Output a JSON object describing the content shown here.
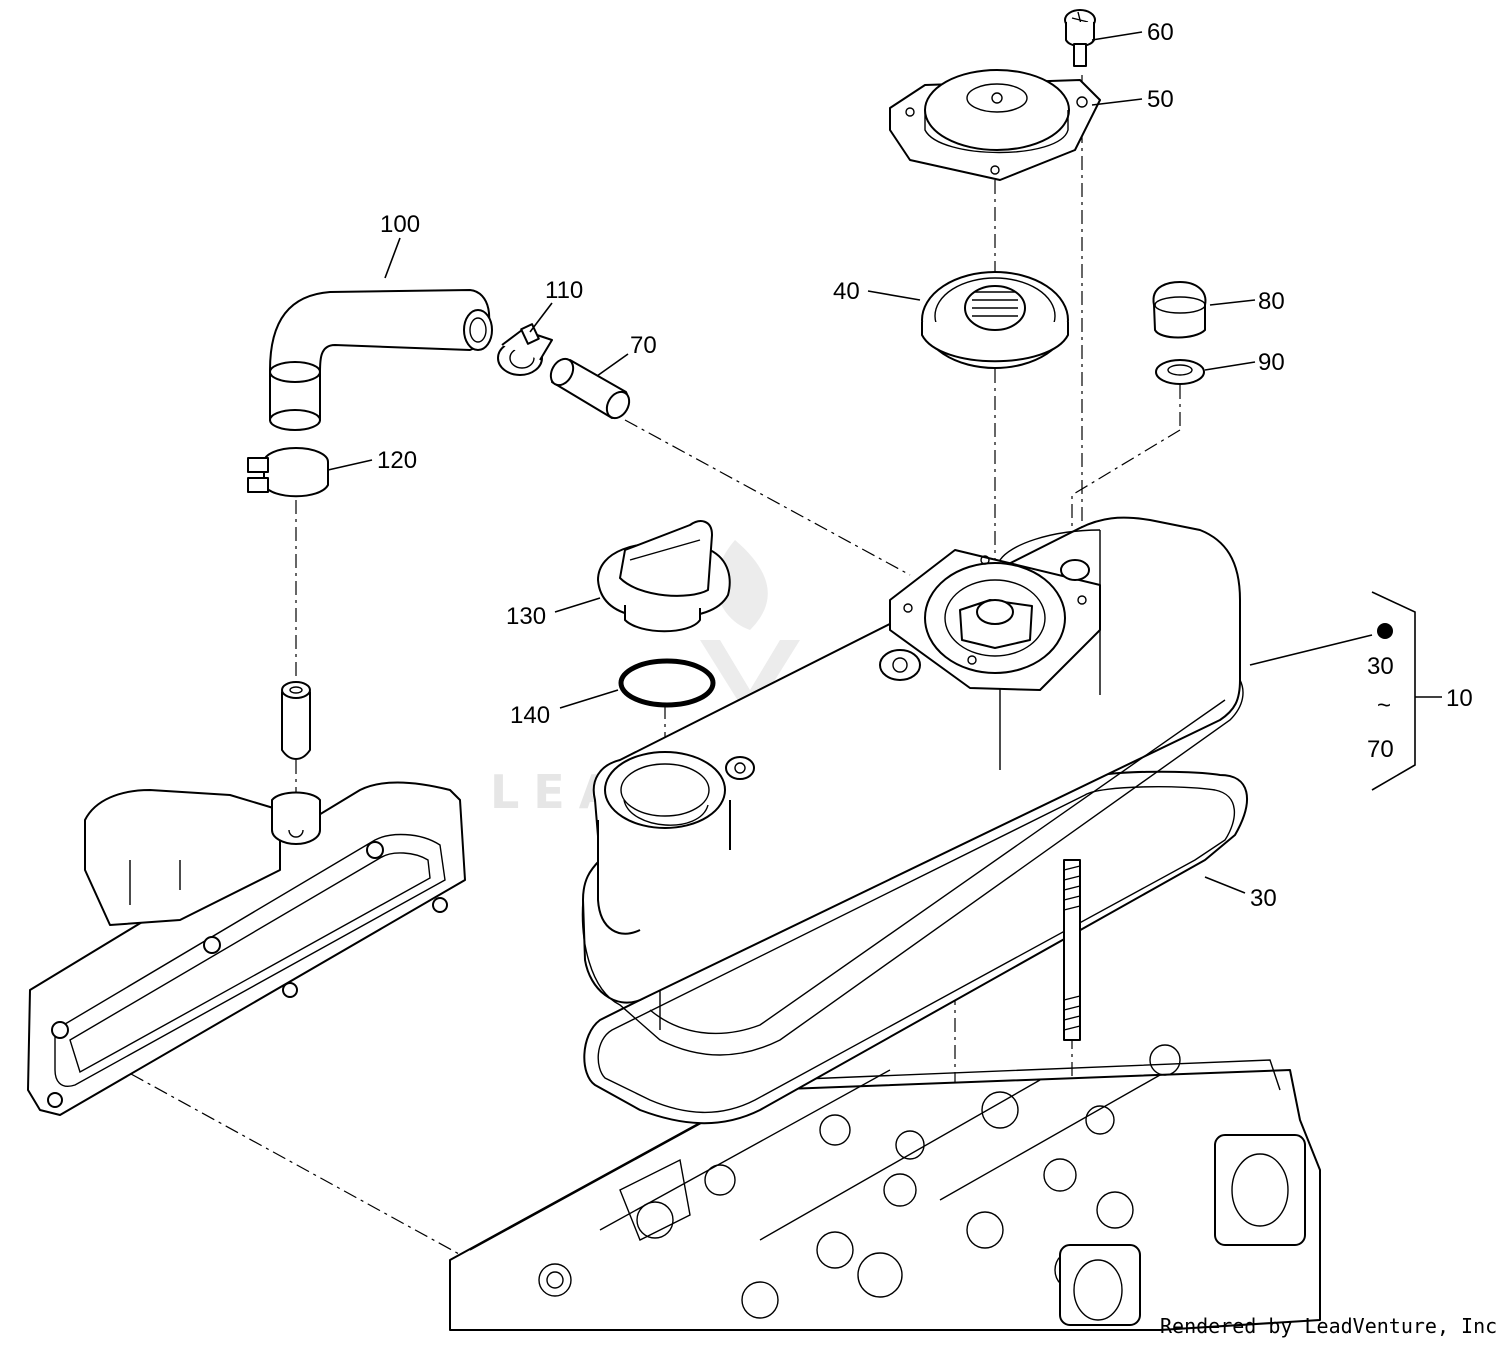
{
  "callouts": {
    "c60": "60",
    "c50": "50",
    "c100": "100",
    "c110": "110",
    "c70": "70",
    "c40": "40",
    "c80": "80",
    "c90": "90",
    "c120": "120",
    "c130": "130",
    "c140": "140",
    "c30": "30"
  },
  "assembly_range": {
    "from": "30",
    "tilde": "~",
    "to": "70",
    "parent": "10"
  },
  "watermark": "LEADVENTURE",
  "credit": "Rendered by LeadVenture, Inc."
}
